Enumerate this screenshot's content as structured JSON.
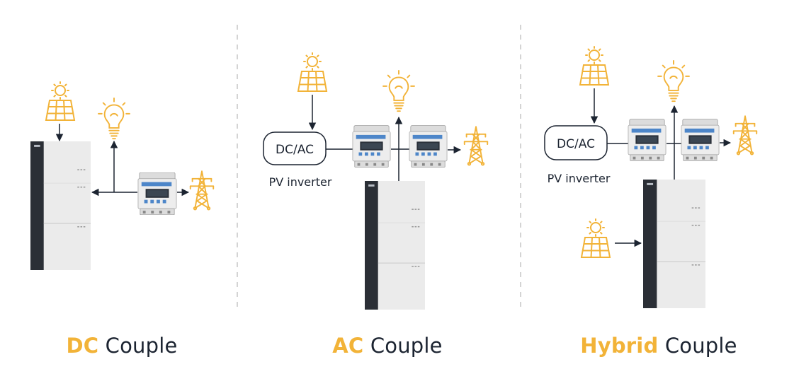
{
  "colors": {
    "accent": "#f2b338",
    "line": "#1c2431",
    "battery_dark": "#2b2f36",
    "battery_light": "#ebebeb",
    "divider": "#b8b8b8"
  },
  "icons": {
    "solar": "solar-panel-icon",
    "bulb": "light-bulb-icon",
    "grid": "power-pylon-icon",
    "meter": "energy-meter-icon",
    "battery": "battery-storage-icon"
  },
  "panels": {
    "dc": {
      "title_accent": "DC",
      "title_rest": "Couple"
    },
    "ac": {
      "title_accent": "AC",
      "title_rest": "Couple",
      "inverter_label": "DC/AC",
      "inverter_caption": "PV inverter"
    },
    "hybrid": {
      "title_accent": "Hybrid",
      "title_rest": "Couple",
      "inverter_label": "DC/AC",
      "inverter_caption": "PV inverter"
    }
  }
}
